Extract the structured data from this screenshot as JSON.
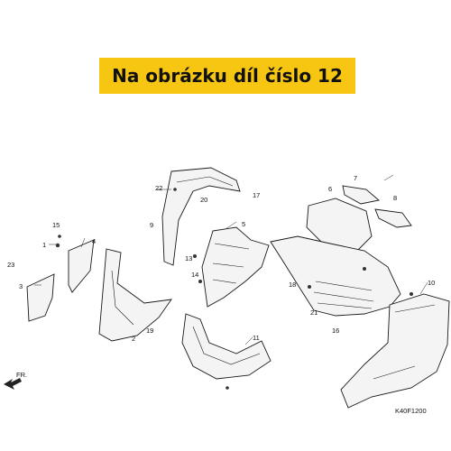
{
  "banner": {
    "text": "Na obrázku díl číslo 12"
  },
  "diagram_code": "K40F1200",
  "front_label": "FR.",
  "callouts": {
    "c1": "1",
    "c2": "2",
    "c3": "3",
    "c4": "4",
    "c5": "5",
    "c6": "6",
    "c7": "7",
    "c8": "8",
    "c9": "9",
    "c10": "10",
    "c11": "11",
    "c13": "13",
    "c14": "14",
    "c15": "15",
    "c16": "16",
    "c17": "17",
    "c18": "18",
    "c19": "19",
    "c20": "20",
    "c21": "21",
    "c22": "22",
    "c23": "23"
  },
  "colors": {
    "banner": "#f7c612",
    "line": "#1a1a1a"
  }
}
